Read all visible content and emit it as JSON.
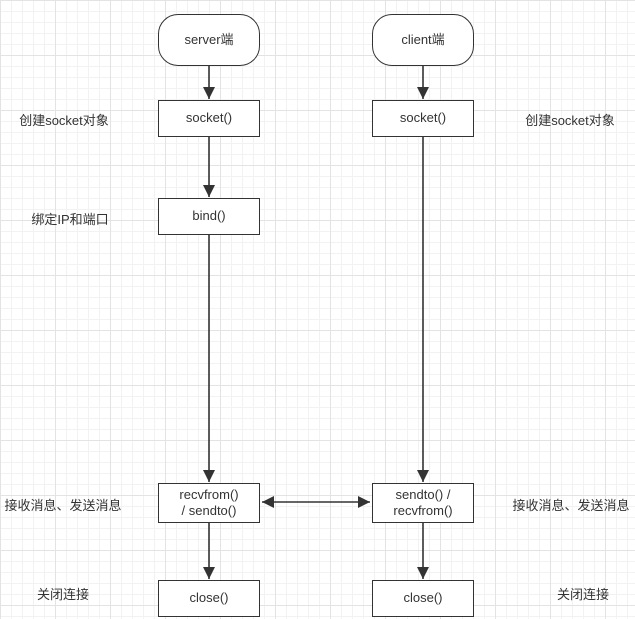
{
  "diagram": {
    "server": {
      "header": "server端",
      "socket": "socket()",
      "bind": "bind()",
      "msg_line1": "recvfrom()",
      "msg_line2": "/ sendto()",
      "close": "close()"
    },
    "client": {
      "header": "client端",
      "socket": "socket()",
      "msg_line1": "sendto()  /",
      "msg_line2": "recvfrom()",
      "close": "close()"
    },
    "labels": {
      "left_create": "创建socket对象",
      "left_bind": "绑定IP和端口",
      "left_msg": "接收消息、发送消息",
      "left_close": "关闭连接",
      "right_create": "创建socket对象",
      "right_msg": "接收消息、发送消息",
      "right_close": "关闭连接"
    },
    "colors": {
      "node_border": "#333333",
      "node_fill": "#ffffff",
      "text": "#333333",
      "arrow": "#333333",
      "grid_minor": "#f2f2f2",
      "grid_major": "#e3e3e3",
      "background": "#ffffff"
    }
  }
}
